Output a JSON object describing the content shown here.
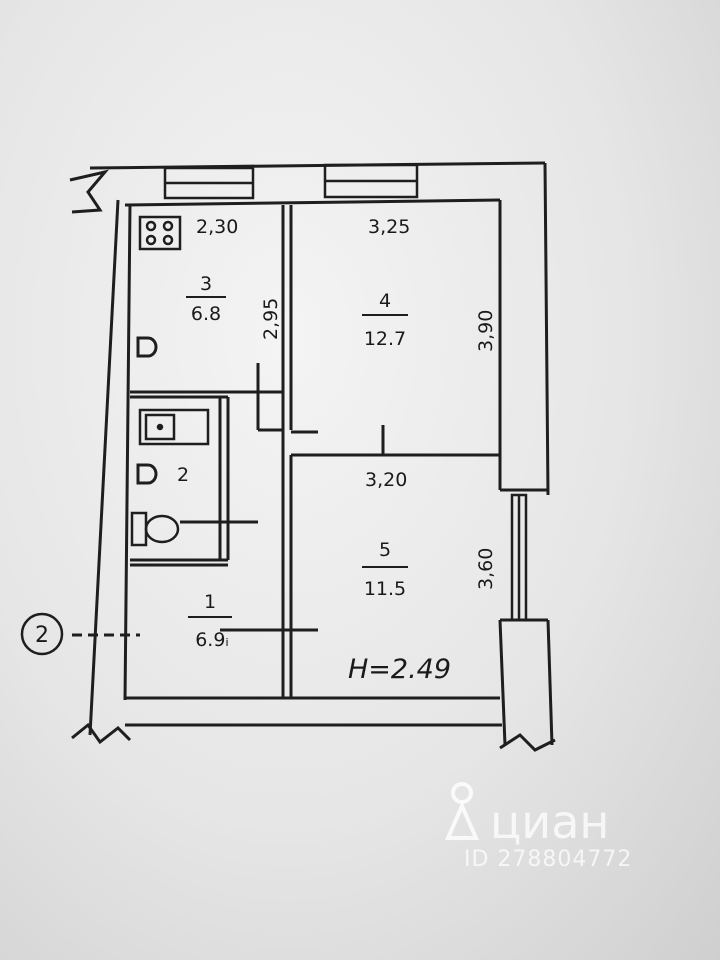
{
  "plan": {
    "rooms": [
      {
        "number": "1",
        "area": "6.9ᵢ"
      },
      {
        "number": "2",
        "area": ""
      },
      {
        "number": "3",
        "area": "6.8"
      },
      {
        "number": "4",
        "area": "12.7"
      },
      {
        "number": "5",
        "area": "11.5"
      }
    ],
    "dimensions": {
      "kitchen_width": "2,30",
      "kitchen_depth": "2,95",
      "room4_width": "3,25",
      "room4_depth": "3,90",
      "room5_width": "3,20",
      "room5_depth": "3,60"
    },
    "ceiling_height": "H=2.49",
    "axis_marker": "2"
  },
  "watermark": {
    "brand": "циан",
    "listing_id": "ID 278804772"
  },
  "colors": {
    "line": "#1e1e1e",
    "background": "#e6e6e6",
    "watermark": "#ffffff"
  },
  "icons": [
    "stove-icon",
    "gas-meter-icon",
    "sink-icon",
    "toilet-icon",
    "location-pin-icon"
  ]
}
